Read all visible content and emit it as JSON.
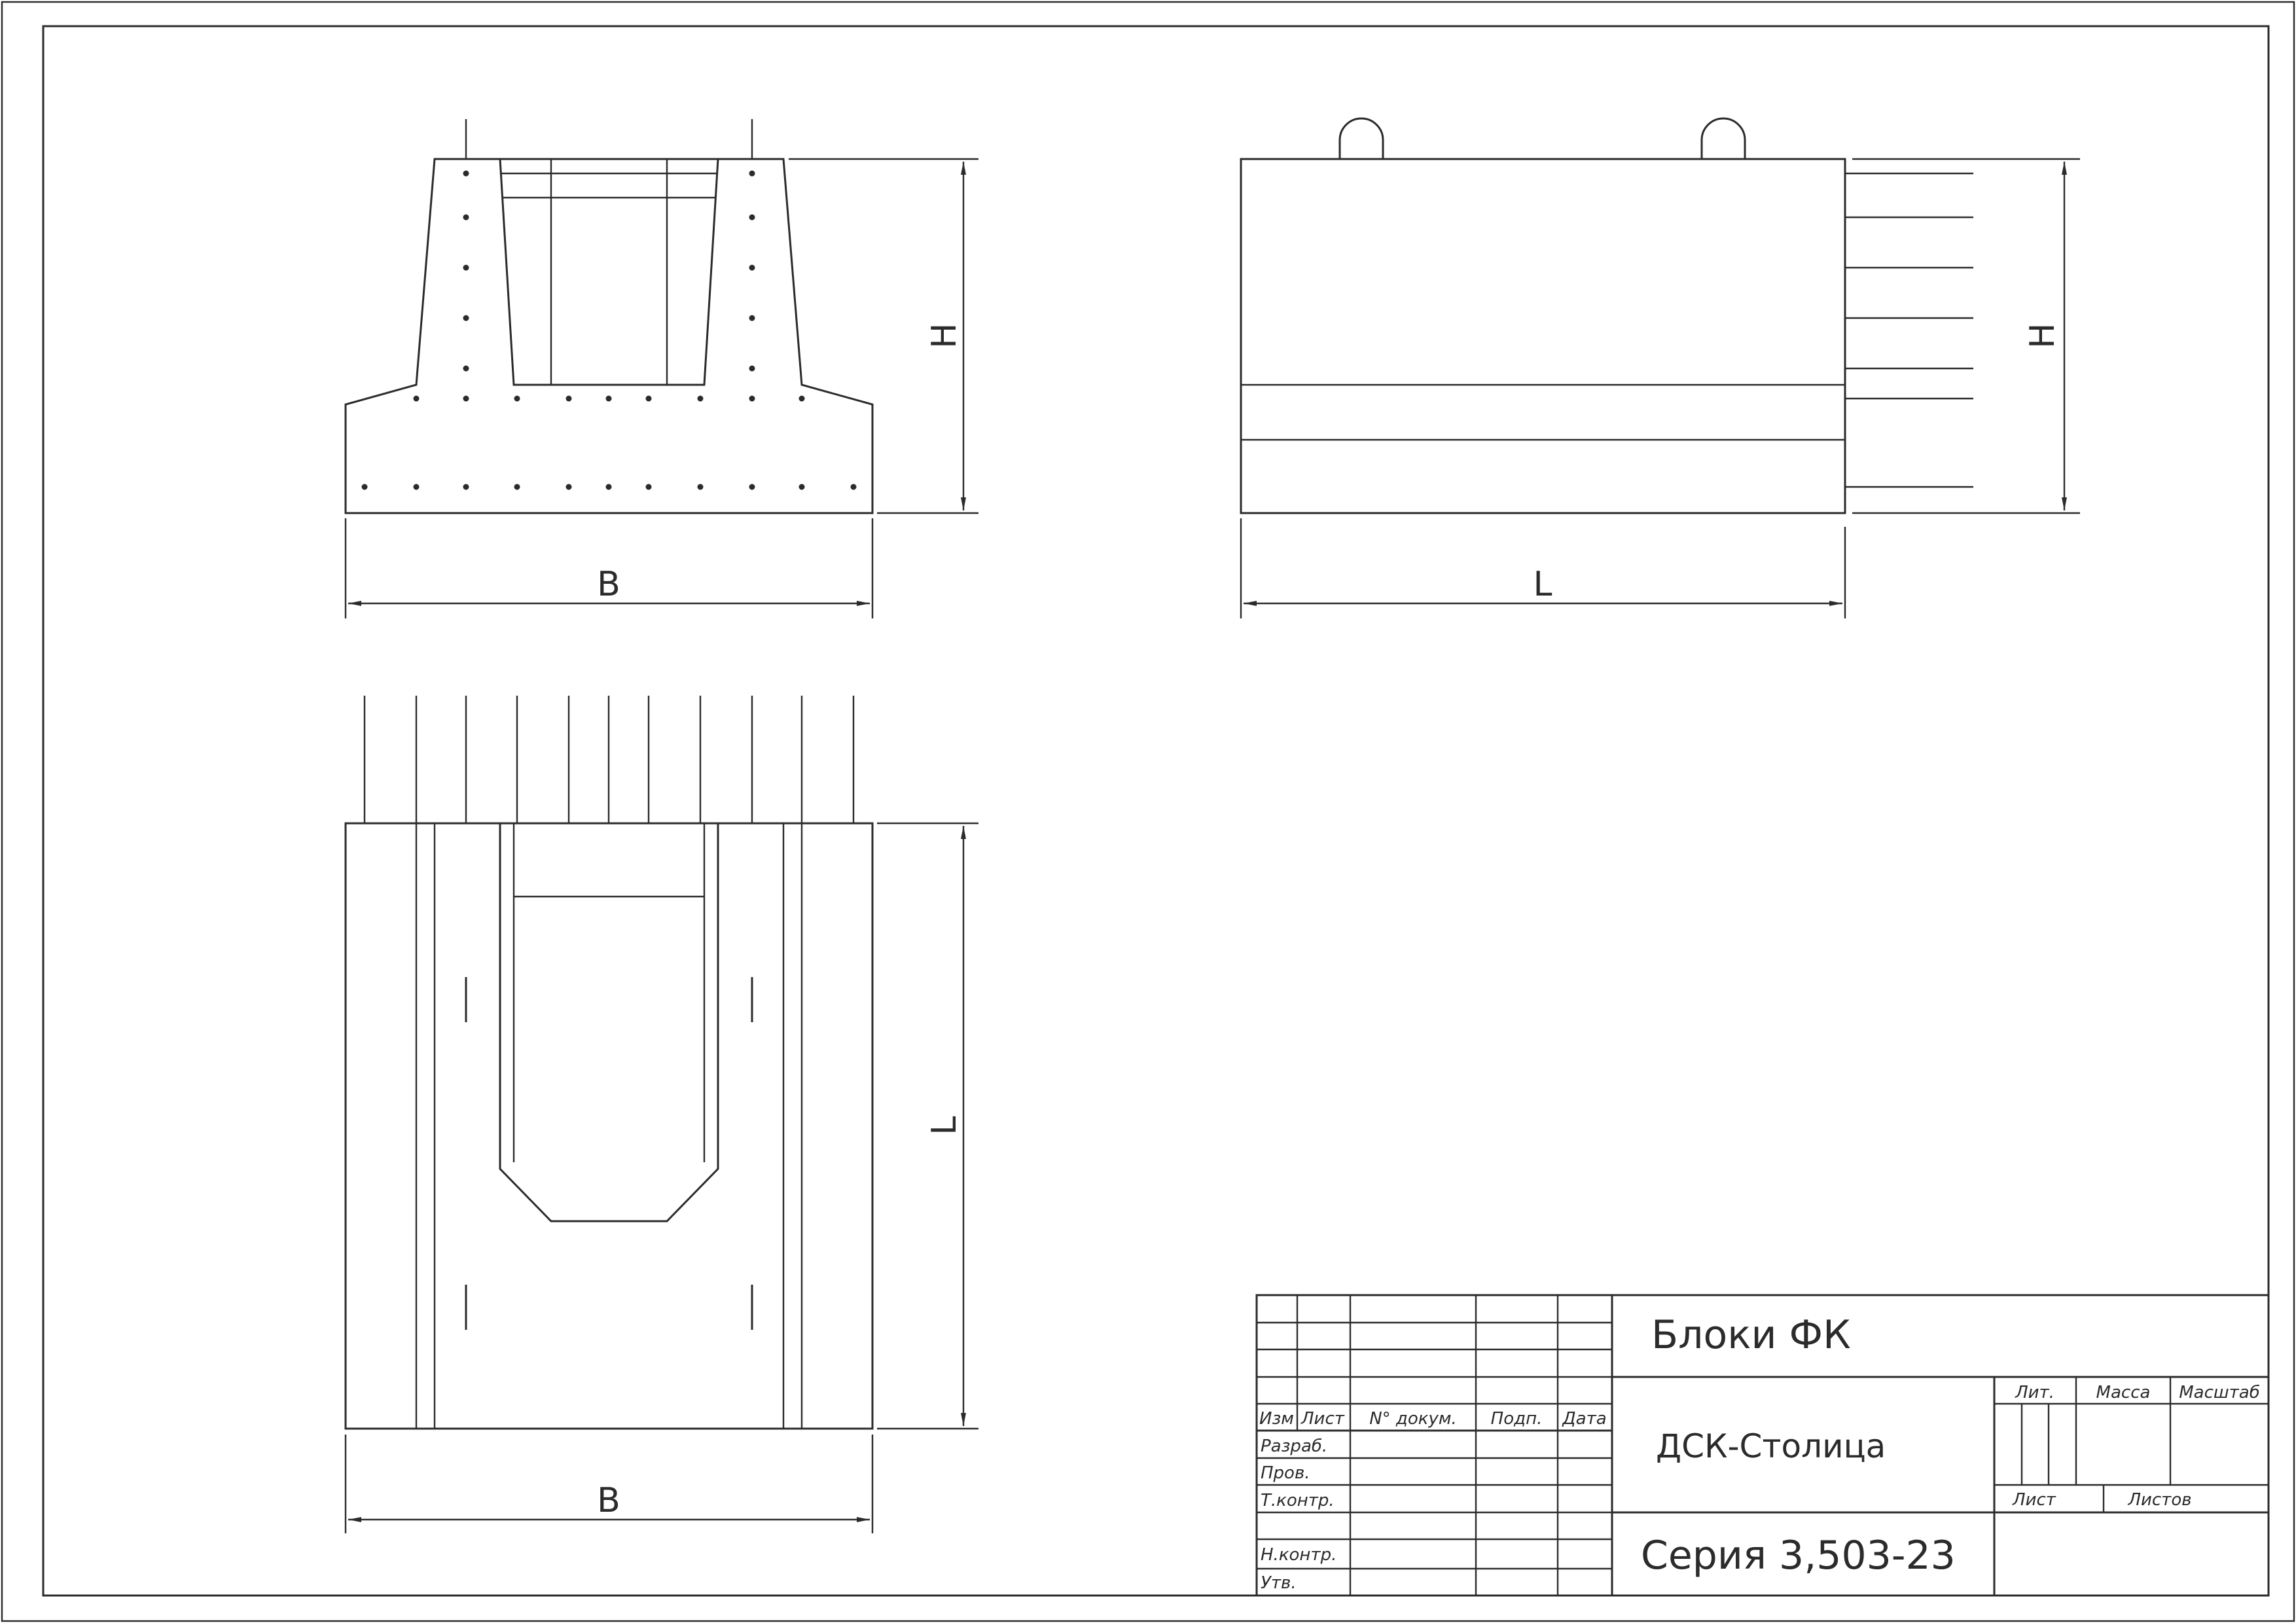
{
  "dimensions": {
    "front_width": "B",
    "front_height": "H",
    "side_length": "L",
    "side_height": "H",
    "plan_length": "L",
    "plan_width": "B"
  },
  "title_block": {
    "title": "Блоки ФК",
    "organization": "ДСК-Столица",
    "series": "Серия 3,503-23",
    "headers": {
      "izm": "Изм",
      "list": "Лист",
      "doc_no": "N° докум.",
      "sign": "Подп.",
      "date": "Дата",
      "lit": "Лит.",
      "mass": "Масса",
      "scale": "Масштаб",
      "sheet": "Лист",
      "sheets": "Листов"
    },
    "roles": {
      "developed": "Разраб.",
      "checked": "Пров.",
      "tech_control": "Т.контр.",
      "norm_control": "Н.контр.",
      "approved": "Утв."
    }
  }
}
